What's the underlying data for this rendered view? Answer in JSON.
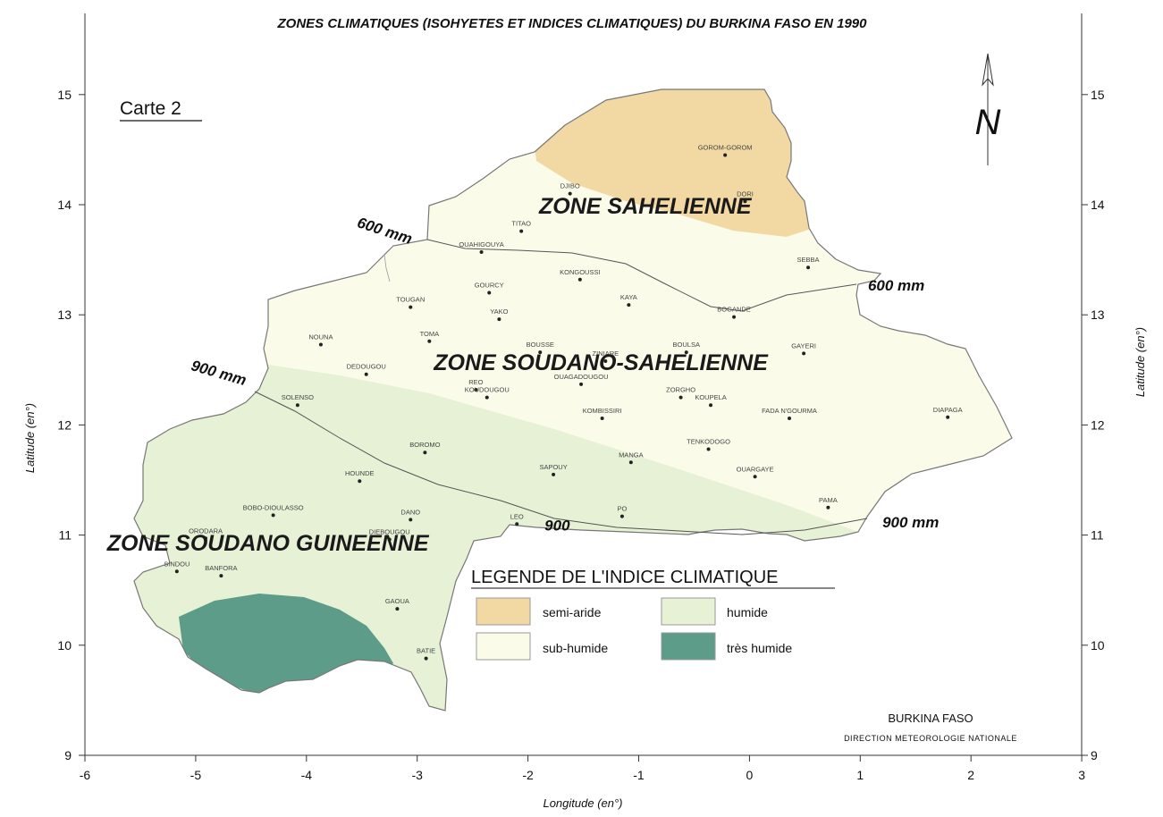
{
  "title": "ZONES CLIMATIQUES (ISOHYETES ET INDICES CLIMATIQUES) DU BURKINA FASO EN 1990",
  "map_label": "Carte 2",
  "axes": {
    "x_label": "Longitude (en°)",
    "y_label": "Latitude (en°)",
    "x_range": [
      -6,
      3
    ],
    "y_range": [
      9,
      16
    ],
    "x_ticks": [
      "-6",
      "-5",
      "-4",
      "-3",
      "-2",
      "-1",
      "0",
      "1",
      "2",
      "3"
    ],
    "y_ticks": [
      "9",
      "10",
      "11",
      "12",
      "13",
      "14",
      "15"
    ]
  },
  "north_arrow": {
    "letter": "N"
  },
  "zones": [
    {
      "name": "ZONE SAHELIENNE",
      "lon": -1.9,
      "lat": 13.92
    },
    {
      "name": "ZONE SOUDANO-SAHELIENNE",
      "lon": -2.85,
      "lat": 12.5
    },
    {
      "name": "ZONE SOUDANO GUINEENNE",
      "lon": -5.8,
      "lat": 10.86
    }
  ],
  "isohyets": [
    {
      "label": "600 mm",
      "lon": -3.55,
      "lat": 13.8,
      "angle": 18
    },
    {
      "label": "600 mm",
      "lon": 1.07,
      "lat": 13.22,
      "angle": 0
    },
    {
      "label": "900 mm",
      "lon": -5.05,
      "lat": 12.5,
      "angle": 16
    },
    {
      "label": "900",
      "lon": -1.85,
      "lat": 11.04,
      "angle": 0
    },
    {
      "label": "900 mm",
      "lon": 1.2,
      "lat": 11.07,
      "angle": 0
    }
  ],
  "cities": [
    {
      "name": "GOROM-GOROM",
      "lon": -0.22,
      "lat": 14.45
    },
    {
      "name": "DJIBO",
      "lon": -1.62,
      "lat": 14.1
    },
    {
      "name": "DORI",
      "lon": -0.04,
      "lat": 14.03
    },
    {
      "name": "TITAO",
      "lon": -2.06,
      "lat": 13.76
    },
    {
      "name": "OUAHIGOUYA",
      "lon": -2.42,
      "lat": 13.57
    },
    {
      "name": "SEBBA",
      "lon": 0.53,
      "lat": 13.43
    },
    {
      "name": "KONGOUSSI",
      "lon": -1.53,
      "lat": 13.32
    },
    {
      "name": "GOURCY",
      "lon": -2.35,
      "lat": 13.2
    },
    {
      "name": "TOUGAN",
      "lon": -3.06,
      "lat": 13.07
    },
    {
      "name": "KAYA",
      "lon": -1.09,
      "lat": 13.09
    },
    {
      "name": "YAKO",
      "lon": -2.26,
      "lat": 12.96
    },
    {
      "name": "BOGANDE",
      "lon": -0.14,
      "lat": 12.98
    },
    {
      "name": "NOUNA",
      "lon": -3.87,
      "lat": 12.73
    },
    {
      "name": "TOMA",
      "lon": -2.89,
      "lat": 12.76
    },
    {
      "name": "BOUSSE",
      "lon": -1.89,
      "lat": 12.66
    },
    {
      "name": "ZINIARE",
      "lon": -1.3,
      "lat": 12.58
    },
    {
      "name": "BOULSA",
      "lon": -0.57,
      "lat": 12.66
    },
    {
      "name": "GAYERI",
      "lon": 0.49,
      "lat": 12.65
    },
    {
      "name": "DEDOUGOU",
      "lon": -3.46,
      "lat": 12.46
    },
    {
      "name": "REO",
      "lon": -2.47,
      "lat": 12.32
    },
    {
      "name": "KOUDOUGOU",
      "lon": -2.37,
      "lat": 12.25
    },
    {
      "name": "OUAGADOUGOU",
      "lon": -1.52,
      "lat": 12.37
    },
    {
      "name": "ZORGHO",
      "lon": -0.62,
      "lat": 12.25
    },
    {
      "name": "KOUPELA",
      "lon": -0.35,
      "lat": 12.18
    },
    {
      "name": "SOLENSO",
      "lon": -4.08,
      "lat": 12.18
    },
    {
      "name": "KOMBISSIRI",
      "lon": -1.33,
      "lat": 12.06
    },
    {
      "name": "FADA N'GOURMA",
      "lon": 0.36,
      "lat": 12.06
    },
    {
      "name": "DIAPAGA",
      "lon": 1.79,
      "lat": 12.07
    },
    {
      "name": "TENKODOGO",
      "lon": -0.37,
      "lat": 11.78
    },
    {
      "name": "BOROMO",
      "lon": -2.93,
      "lat": 11.75
    },
    {
      "name": "MANGA",
      "lon": -1.07,
      "lat": 11.66
    },
    {
      "name": "SAPOUY",
      "lon": -1.77,
      "lat": 11.55
    },
    {
      "name": "OUARGAYE",
      "lon": 0.05,
      "lat": 11.53
    },
    {
      "name": "HOUNDE",
      "lon": -3.52,
      "lat": 11.49
    },
    {
      "name": "PAMA",
      "lon": 0.71,
      "lat": 11.25
    },
    {
      "name": "BOBO-DIOULASSO",
      "lon": -4.3,
      "lat": 11.18
    },
    {
      "name": "DANO",
      "lon": -3.06,
      "lat": 11.14
    },
    {
      "name": "PO",
      "lon": -1.15,
      "lat": 11.17
    },
    {
      "name": "LEO",
      "lon": -2.1,
      "lat": 11.1
    },
    {
      "name": "DIEBOUGOU",
      "lon": -3.25,
      "lat": 10.96
    },
    {
      "name": "ORODARA",
      "lon": -4.91,
      "lat": 10.97
    },
    {
      "name": "SINDOU",
      "lon": -5.17,
      "lat": 10.67
    },
    {
      "name": "BANFORA",
      "lon": -4.77,
      "lat": 10.63
    },
    {
      "name": "GAOUA",
      "lon": -3.18,
      "lat": 10.33
    },
    {
      "name": "BATIE",
      "lon": -2.92,
      "lat": 9.88
    }
  ],
  "legend": {
    "title": "LEGENDE DE L'INDICE CLIMATIQUE",
    "items": [
      {
        "label": "semi-aride",
        "color": "#f2d9a3"
      },
      {
        "label": "humide",
        "color": "#e6f1d6"
      },
      {
        "label": "sub-humide",
        "color": "#fbfbea"
      },
      {
        "label": "très  humide",
        "color": "#5e9c8a"
      }
    ]
  },
  "credits": {
    "line1": "BURKINA FASO",
    "line2": "DIRECTION METEOROLOGIE NATIONALE"
  }
}
